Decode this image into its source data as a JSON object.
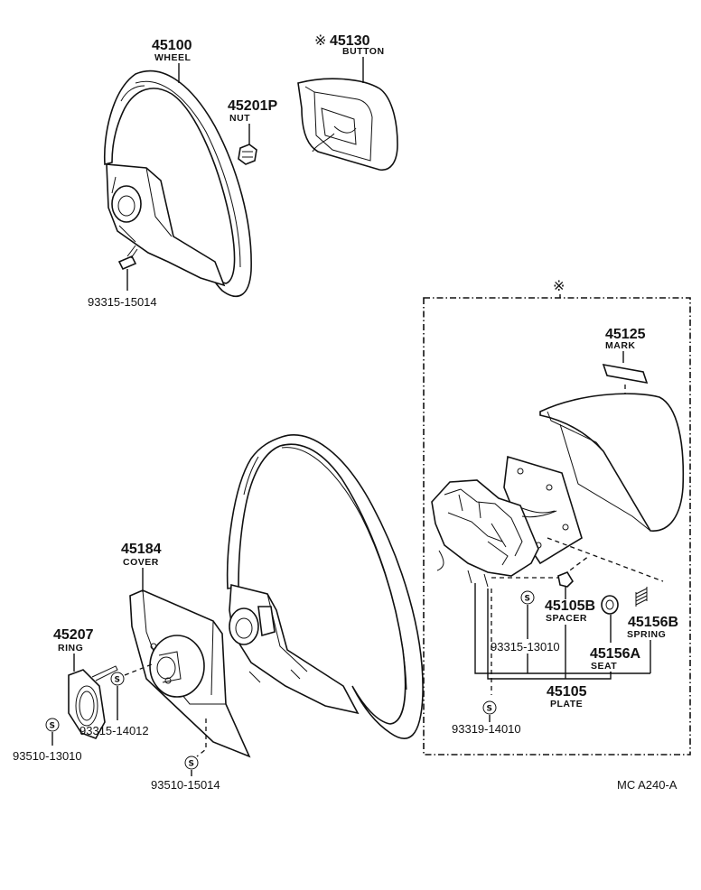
{
  "parts": {
    "wheel": {
      "number": "45100",
      "name": "WHEEL"
    },
    "button": {
      "mark": "※",
      "number": "45130",
      "name": "BUTTON"
    },
    "nut": {
      "number": "45201P",
      "name": "NUT"
    },
    "bolt_upper": {
      "number": "93315-15014"
    },
    "mark": {
      "number": "45125",
      "name": "MARK"
    },
    "cover": {
      "number": "45184",
      "name": "COVER"
    },
    "ring": {
      "number": "45207",
      "name": "RING"
    },
    "screw_ring_cover": {
      "number": "93315-14012"
    },
    "screw_ring": {
      "number": "93510-13010"
    },
    "screw_cover": {
      "number": "93510-15014"
    },
    "spacer": {
      "number": "45105B",
      "name": "SPACER"
    },
    "spring": {
      "number": "45156B",
      "name": "SPRING"
    },
    "seat": {
      "number": "45156A",
      "name": "SEAT"
    },
    "screw_plate": {
      "number": "93315-13010"
    },
    "plate": {
      "number": "45105",
      "name": "PLATE"
    },
    "screw_bottom": {
      "number": "93319-14010"
    }
  },
  "assembly_mark": "※",
  "standard_symbol": "S",
  "footer": {
    "code": "MC  A240-A"
  }
}
